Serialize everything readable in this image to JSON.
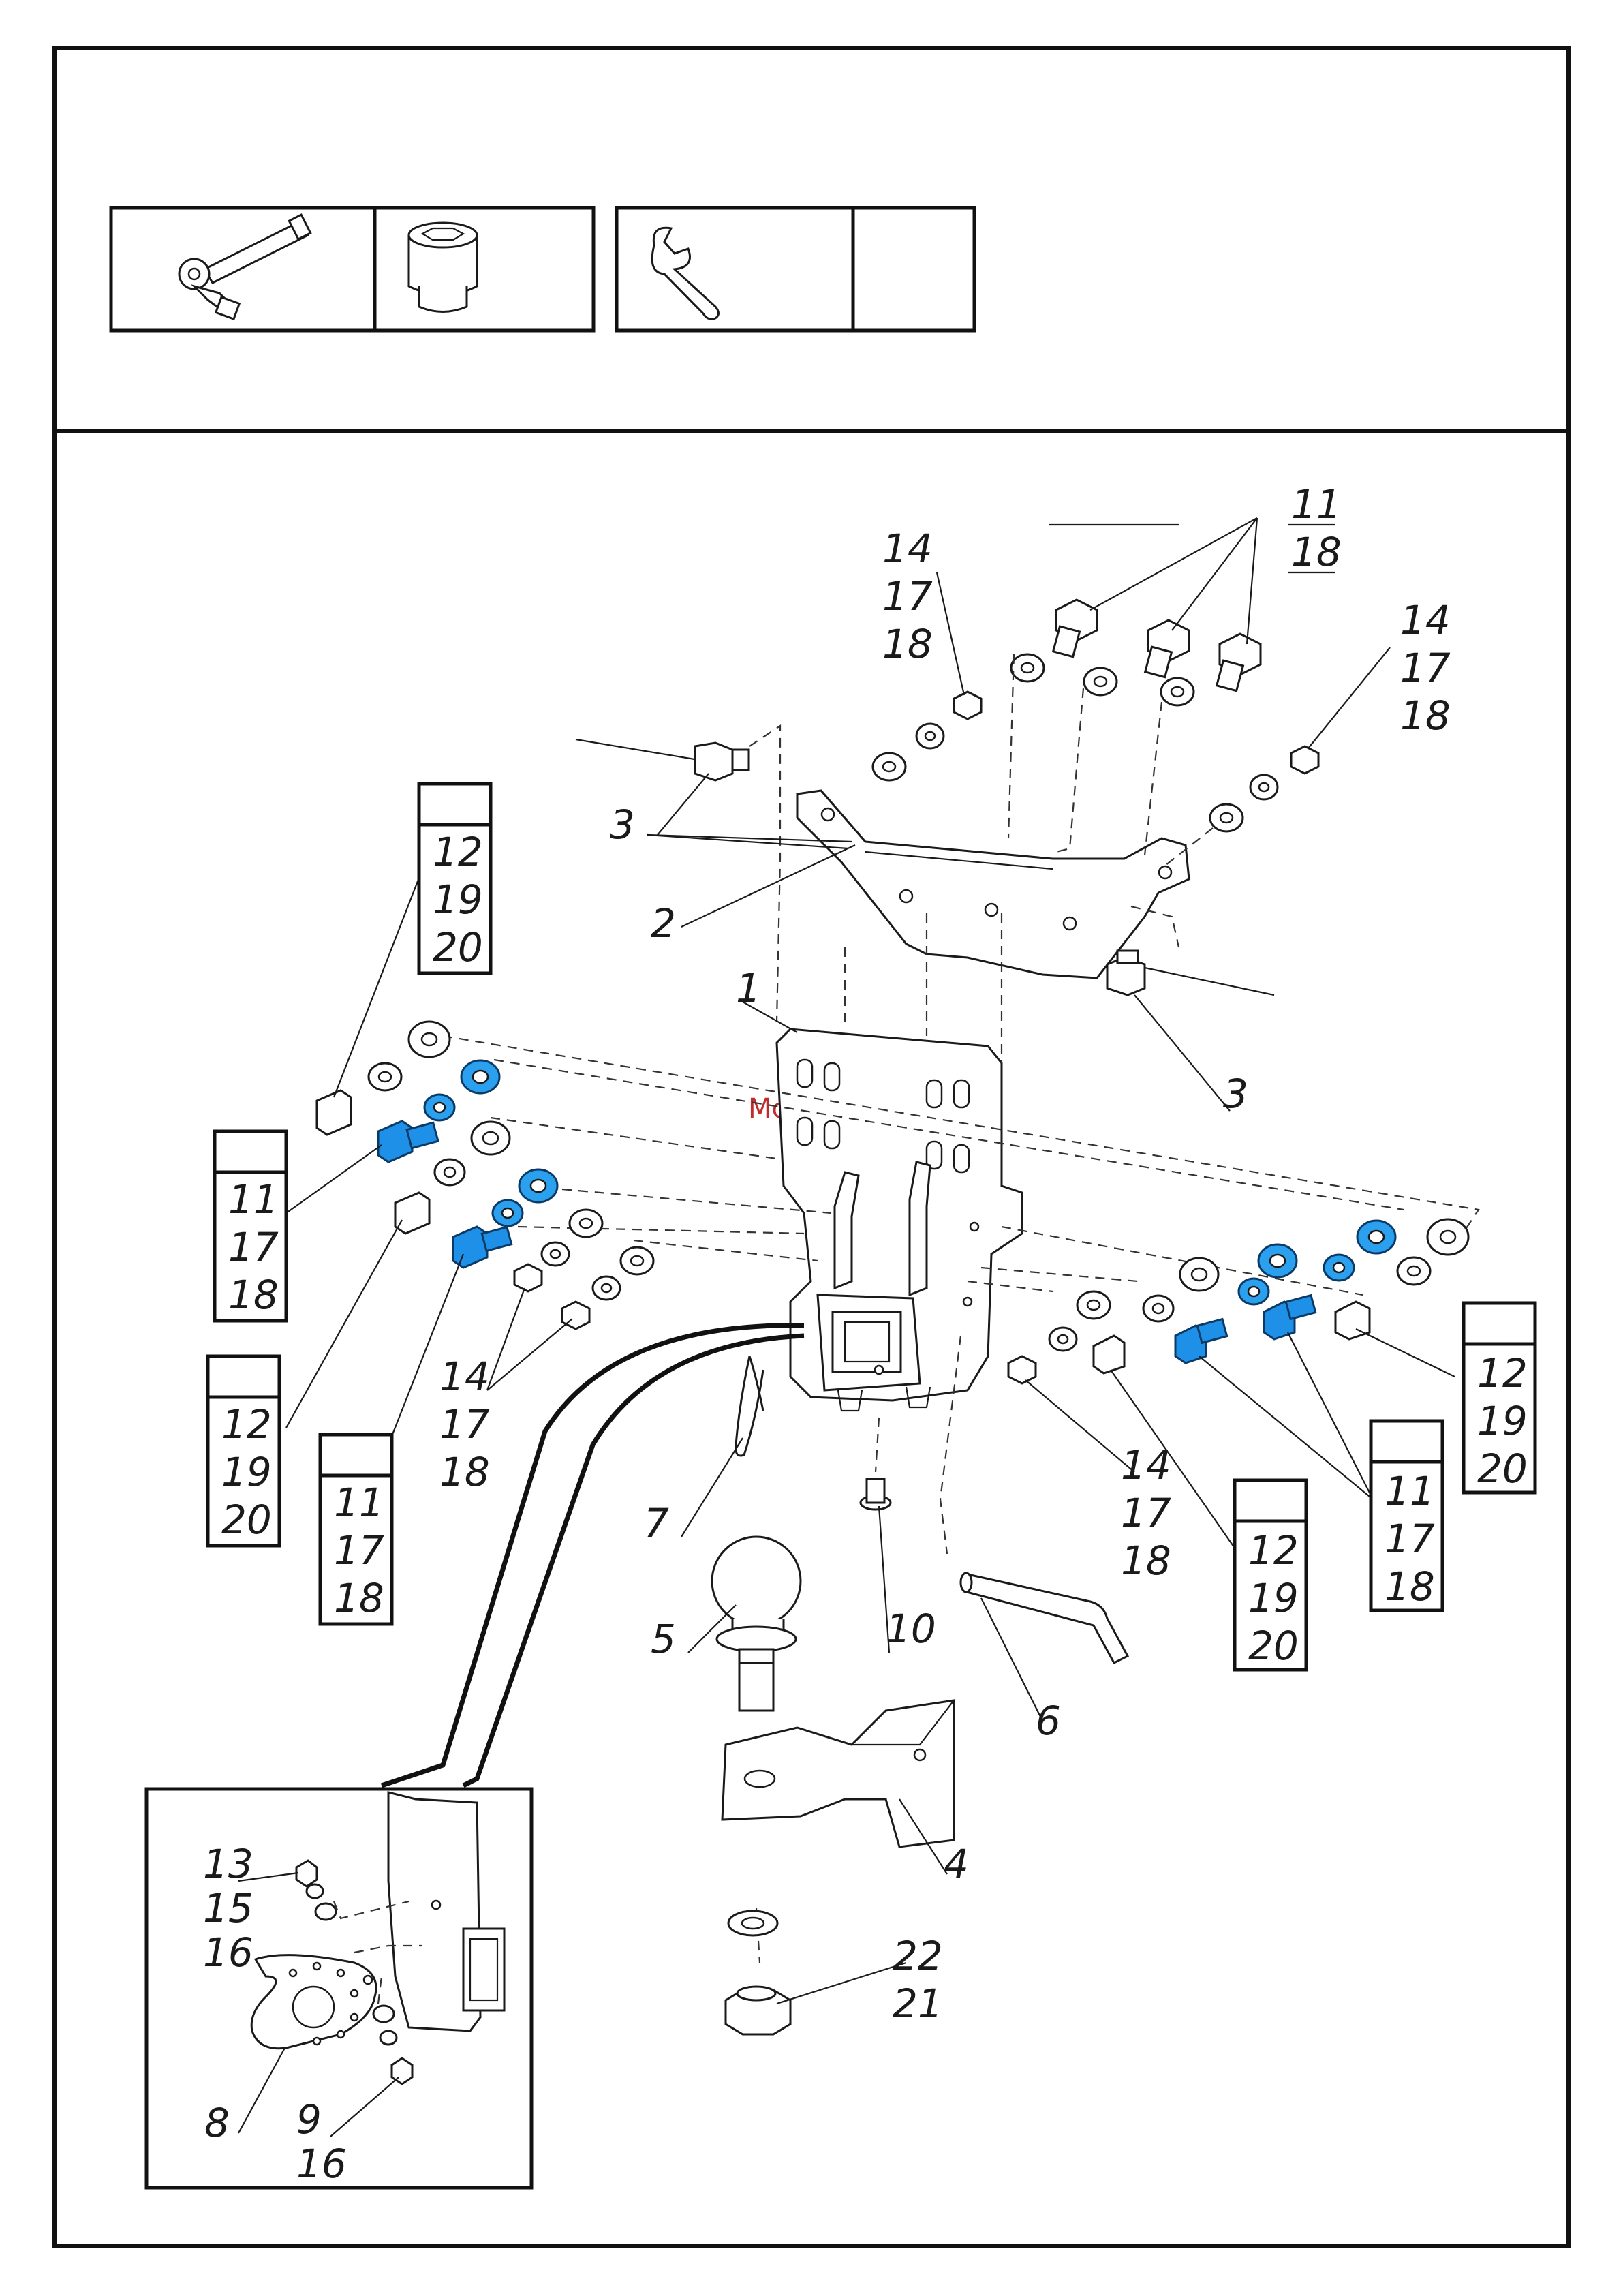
{
  "watermark": "McGrp.Ru",
  "tools": {
    "ratchet_icon": "ratchet-wrench-icon",
    "socket_icon": "socket-head-icon",
    "wrench_icon": "open-end-wrench-icon"
  },
  "colors": {
    "highlight": "#1e90e8",
    "line": "#1a1a1a"
  },
  "labels": {
    "p1": "1",
    "p2": "2",
    "p3a": "3",
    "p3b": "3",
    "p4": "4",
    "p5": "5",
    "p6": "6",
    "p7": "7",
    "p8": "8",
    "p10": "10",
    "top_right": [
      "11",
      "18"
    ],
    "top_left_stack": [
      "14",
      "17",
      "18"
    ],
    "top_right_stack": [
      "14",
      "17",
      "18"
    ],
    "left_box_a": [
      "12",
      "19",
      "20"
    ],
    "left_box_b": [
      "11",
      "17",
      "18"
    ],
    "left_box_c": [
      "12",
      "19",
      "20"
    ],
    "left_box_d": [
      "11",
      "17",
      "18"
    ],
    "mid_left_stack": [
      "14",
      "17",
      "18"
    ],
    "mid_right_stack": [
      "14",
      "17",
      "18"
    ],
    "right_box_a": [
      "12",
      "19",
      "20"
    ],
    "right_box_b": [
      "11",
      "17",
      "18"
    ],
    "right_box_c": [
      "12",
      "19",
      "20"
    ],
    "nut_stack": [
      "22",
      "21"
    ],
    "inset_a": [
      "13",
      "15",
      "16"
    ],
    "inset_b": [
      "9",
      "16"
    ]
  }
}
